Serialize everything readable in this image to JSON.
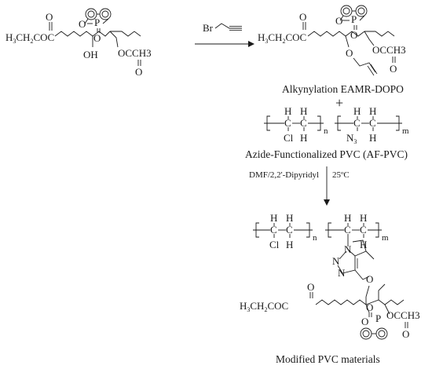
{
  "reagent": {
    "label": "Br"
  },
  "reactant": {
    "ester_label": "H3CH2COC",
    "hydroxyl_label": "OH",
    "acetate_label": "OCCH3",
    "phosphorus_label": "P",
    "oxygen_label": "O"
  },
  "product1": {
    "ester_label": "H3CH2COC",
    "acetate_label": "OCCH3",
    "phosphorus_label": "P",
    "oxygen_label": "O",
    "caption": "Alkynylation EAMR-DOPO"
  },
  "plus_sign": "+",
  "pvc": {
    "h_label": "H",
    "cl_label": "Cl",
    "n_label": "n",
    "m_label": "m",
    "azide_label": "N3",
    "caption": "Azide-Functionalized PVC (AF-PVC)"
  },
  "conditions": {
    "reagents": "DMF/2,2'-Dipyridyl",
    "temperature": "25ºC"
  },
  "product2": {
    "h_label": "H",
    "cl_label": "Cl",
    "n_label": "n",
    "m_label": "m",
    "triazole_n": "N",
    "ether_o": "O",
    "ester_label": "H3CH2COC",
    "acetate_label": "OCCH3",
    "phosphorus_label": "P",
    "oxygen_label": "O",
    "caption": "Modified PVC  materials"
  }
}
